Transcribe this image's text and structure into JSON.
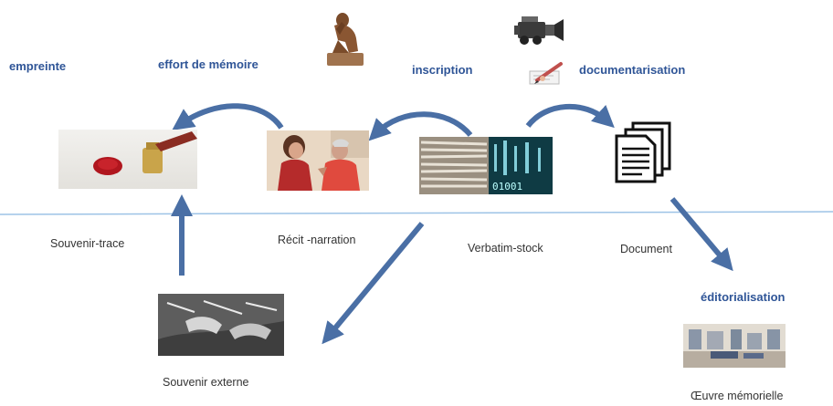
{
  "processes": {
    "empreinte": "empreinte",
    "effort": "effort de mémoire",
    "inscription": "inscription",
    "documentarisation": "documentarisation",
    "editorialisation": "éditorialisation"
  },
  "stages": {
    "souvenir_trace": "Souvenir-trace",
    "recit": "Récit -narration",
    "verbatim": "Verbatim-stock",
    "document": "Document",
    "souvenir_externe": "Souvenir externe",
    "oeuvre": "Œuvre mémorielle"
  },
  "icons": {
    "thinker": "thinker-statue-icon",
    "camera": "video-camera-icon",
    "pen": "pen-writing-icon",
    "documents": "document-stack-icon"
  },
  "colors": {
    "arrow": "#4a6fa5",
    "divider": "#9dc3e6",
    "process_text": "#2f5597",
    "stage_text": "#333333"
  }
}
